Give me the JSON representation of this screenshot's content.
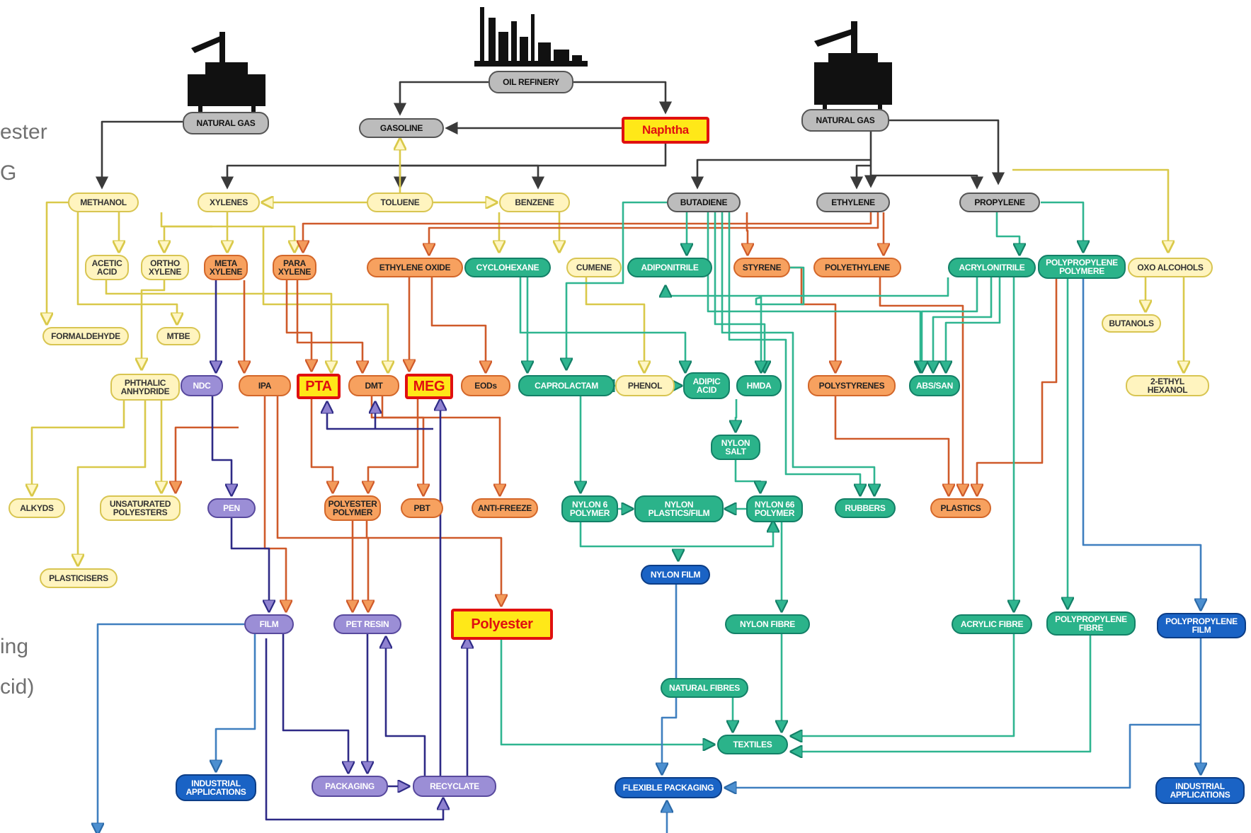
{
  "diagram": {
    "nodes": {
      "oil_refinery": "OIL REFINERY",
      "natural_gas_left": "NATURAL GAS",
      "natural_gas_right": "NATURAL GAS",
      "gasoline": "GASOLINE",
      "naphtha": "Naphtha",
      "methanol": "METHANOL",
      "xylenes": "XYLENES",
      "toluene": "TOLUENE",
      "benzene": "BENZENE",
      "butadiene": "BUTADIENE",
      "ethylene": "ETHYLENE",
      "propylene": "PROPYLENE",
      "acetic_acid": "ACETIC\nACID",
      "ortho_xylene": "ORTHO\nXYLENE",
      "meta_xylene": "META\nXYLENE",
      "para_xylene": "PARA\nXYLENE",
      "ethylene_oxide": "ETHYLENE OXIDE",
      "cyclohexane": "CYCLOHEXANE",
      "cumene": "CUMENE",
      "adiponitrile": "ADIPONITRILE",
      "styrene": "STYRENE",
      "polyethylene": "POLYETHYLENE",
      "acrylonitrile": "ACRYLONITRILE",
      "polypropylene_polymer": "POLYPROPYLENE\nPOLYMERE",
      "oxo_alcohols": "OXO ALCOHOLS",
      "formaldehyde": "FORMALDEHYDE",
      "mtbe": "MTBE",
      "butanols": "BUTANOLS",
      "phthalic_anhydride": "PHTHALIC\nANHYDRIDE",
      "ndc": "NDC",
      "ipa": "IPA",
      "pta": "PTA",
      "dmt": "DMT",
      "meg": "MEG",
      "eods": "EODs",
      "caprolactam": "CAPROLACTAM",
      "phenol": "PHENOL",
      "adipic_acid": "ADIPIC\nACID",
      "hmda": "HMDA",
      "polystyrenes": "POLYSTYRENES",
      "abs_san": "ABS/SAN",
      "ethyl_hexanol": "2-ETHYL HEXANOL",
      "nylon_salt": "NYLON\nSALT",
      "alkyds": "ALKYDS",
      "unsaturated_polyesters": "UNSATURATED\nPOLYESTERS",
      "pen": "PEN",
      "polyester_polymer": "POLYESTER\nPOLYMER",
      "pbt": "PBT",
      "anti_freeze": "ANTI-FREEZE",
      "nylon6_polymer": "NYLON 6\nPOLYMER",
      "nylon_plastics_film": "NYLON\nPLASTICS/FILM",
      "nylon66_polymer": "NYLON 66\nPOLYMER",
      "rubbers": "RUBBERS",
      "plastics": "PLASTICS",
      "plasticisers": "PLASTICISERS",
      "nylon_film": "NYLON FILM",
      "film": "FILM",
      "pet_resin": "PET RESIN",
      "polyester": "Polyester",
      "nylon_fibre": "NYLON FIBRE",
      "acrylic_fibre": "ACRYLIC FIBRE",
      "polypropylene_fibre": "POLYPROPYLENE\nFIBRE",
      "polypropylene_film": "POLYPROPYLENE\nFILM",
      "natural_fibres": "NATURAL FIBRES",
      "textiles": "TEXTILES",
      "industrial_apps_left": "INDUSTRIAL\nAPPLICATIONS",
      "packaging": "PACKAGING",
      "recyclate": "RECYCLATE",
      "flexible_packaging": "FLEXIBLE PACKAGING",
      "industrial_apps_right": "INDUSTRIAL\nAPPLICATIONS"
    },
    "side_fragments": [
      "ester",
      "G",
      "ing",
      "cid)"
    ],
    "colors": {
      "gray_stream": "#3a3a3a",
      "yellow_stream": "#d9c94a",
      "orange_stream": "#cf5a2a",
      "green_stream": "#2fb590",
      "purple_stream": "#2e2a86",
      "blue_stream": "#3f7fbf",
      "highlight_fill": "#ffe818",
      "highlight_border": "#e01010"
    }
  }
}
